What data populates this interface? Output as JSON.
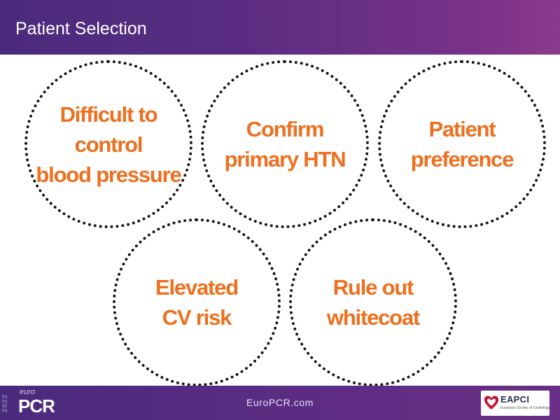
{
  "header": {
    "title": "Patient Selection"
  },
  "circles": [
    {
      "label": "Difficult to\ncontrol\nblood pressure"
    },
    {
      "label": "Confirm\nprimary HTN"
    },
    {
      "label": "Patient\npreference"
    },
    {
      "label": "Elevated\nCV risk"
    },
    {
      "label": "Rule out\nwhitecoat"
    }
  ],
  "footer": {
    "year": "2022",
    "logo_small": "euro",
    "logo_large": "PCR",
    "url": "EuroPCR.com",
    "partner_logo": "EAPCI",
    "partner_subtitle": "European Society of Cardiology"
  },
  "colors": {
    "header_purple": "#5b2d82",
    "accent_orange": "#ee6f1e",
    "dotted_border": "#111111"
  },
  "icons": [
    "heart-logo-icon"
  ]
}
